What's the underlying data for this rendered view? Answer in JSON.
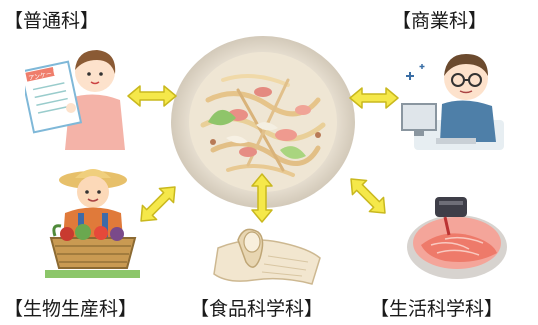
{
  "labels": {
    "general": "【普通科】",
    "commerce": "【商業科】",
    "bioproduction": "【生物生産科】",
    "food_science": "【食品科学科】",
    "life_science": "【生活科学科】"
  },
  "survey_sheet_text": "アンケート",
  "colors": {
    "arrow_fill": "#f5e84a",
    "arrow_stroke": "#c9b81e"
  }
}
